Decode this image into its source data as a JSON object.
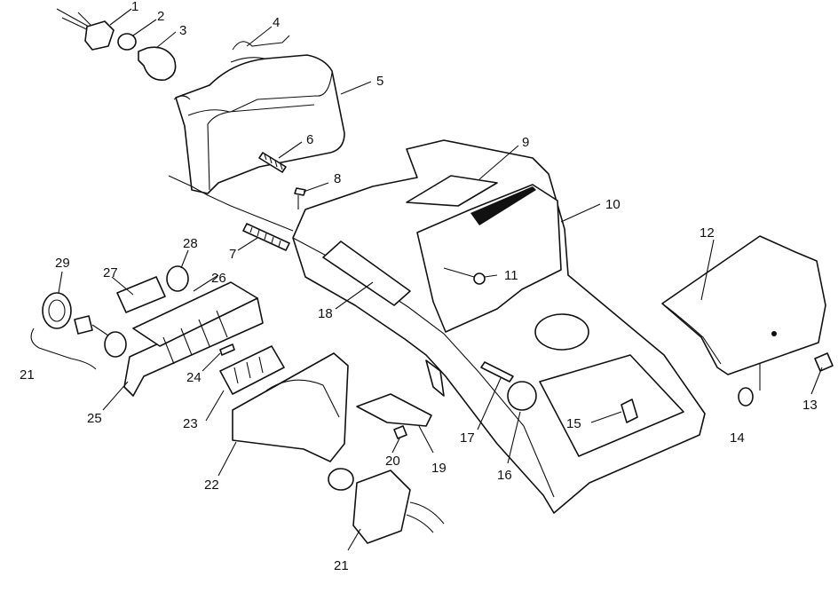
{
  "diagram": {
    "type": "exploded-parts-view",
    "colors": {
      "ink": "#111111",
      "paper": "#ffffff"
    }
  },
  "callouts": {
    "c1": "1",
    "c2": "2",
    "c3": "3",
    "c4": "4",
    "c5": "5",
    "c6": "6",
    "c7": "7",
    "c8": "8",
    "c9": "9",
    "c10": "10",
    "c11": "11",
    "c12": "12",
    "c13": "13",
    "c14": "14",
    "c15": "15",
    "c16": "16",
    "c17": "17",
    "c18": "18",
    "c19": "19",
    "c20": "20",
    "c21a": "21",
    "c21b": "21",
    "c22": "22",
    "c23": "23",
    "c24": "24",
    "c25": "25",
    "c26": "26",
    "c27": "27",
    "c28": "28",
    "c29": "29"
  }
}
